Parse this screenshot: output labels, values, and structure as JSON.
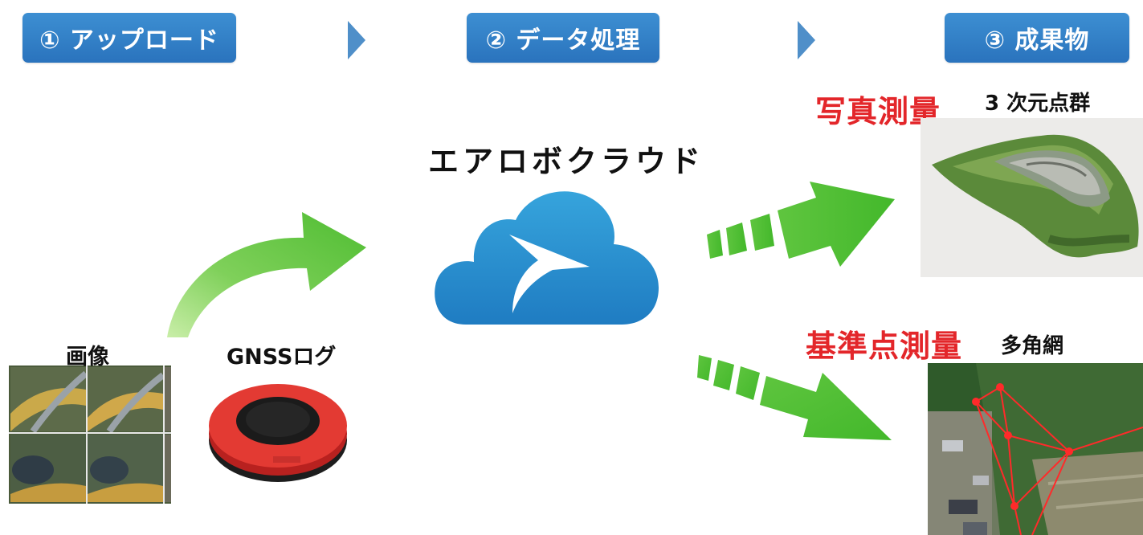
{
  "steps": [
    {
      "label": "① アップロード"
    },
    {
      "label": "② データ処理"
    },
    {
      "label": "③ 成果物"
    }
  ],
  "inputs": {
    "image_label": "画像",
    "gnss_label": "GNSSログ"
  },
  "cloud_service": {
    "name": "エアロボクラウド"
  },
  "outputs": [
    {
      "method": "写真測量",
      "product": "3 次元点群"
    },
    {
      "method": "基準点測量",
      "product": "多角網"
    }
  ],
  "colors": {
    "step_blue": "#2a73bd",
    "arrow_green": "#5cc33c",
    "method_red": "#e3262a",
    "cloud_blue": "#2d8fd0",
    "chevron_blue": "#4f8fc9"
  },
  "icons": [
    "chevron-right-icon",
    "cloud-logo-icon",
    "curved-arrow-icon",
    "dashed-arrow-icon",
    "gnss-receiver-icon"
  ]
}
